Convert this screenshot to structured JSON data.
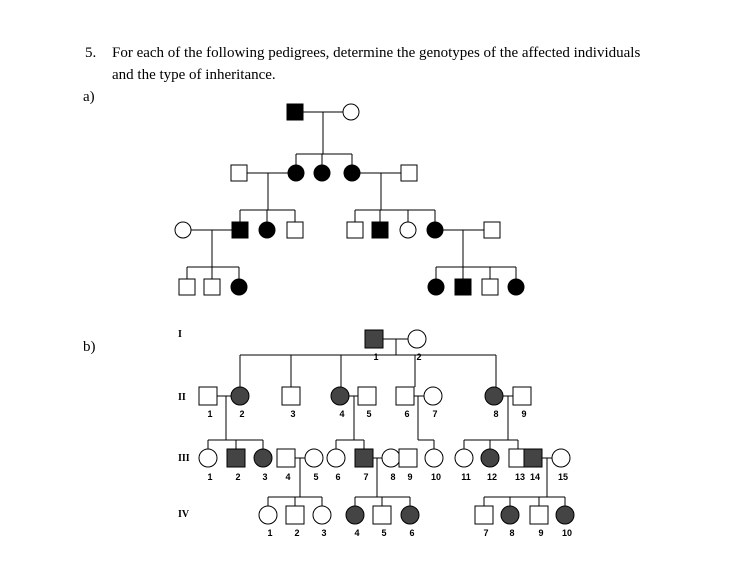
{
  "question": {
    "number": "5.",
    "line1": "For each of the following pedigrees, determine the genotypes of the affected individuals",
    "line2": "and the type of inheritance."
  },
  "parts": {
    "a": "a)",
    "b": "b)"
  },
  "pedigree_b": {
    "generations": [
      "I",
      "II",
      "III",
      "IV"
    ],
    "labels_I": [
      "1",
      "2"
    ],
    "labels_II": [
      "1",
      "2",
      "3",
      "4",
      "5",
      "6",
      "7",
      "8",
      "9"
    ],
    "labels_III": [
      "1",
      "2",
      "3",
      "4",
      "5",
      "6",
      "7",
      "8",
      "9",
      "10",
      "11",
      "12",
      "13",
      "14",
      "15"
    ],
    "labels_IV": [
      "1",
      "2",
      "3",
      "4",
      "5",
      "6",
      "7",
      "8",
      "9",
      "10"
    ]
  },
  "colors": {
    "affected": "#000000",
    "affected_b": "#444444",
    "line": "#000000"
  }
}
